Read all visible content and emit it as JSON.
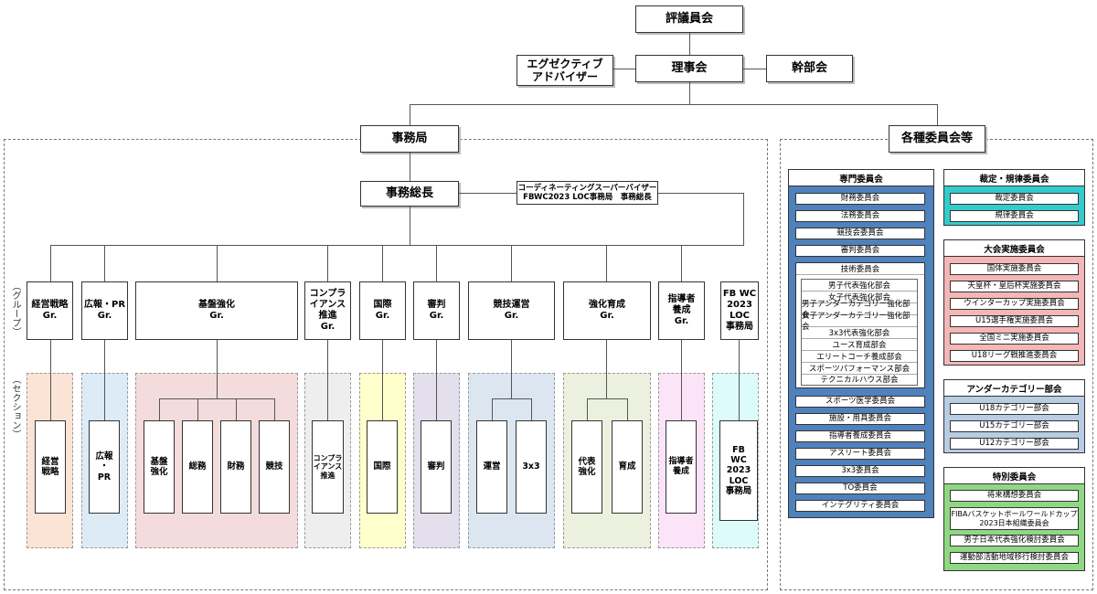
{
  "top": {
    "council": "評議員会",
    "exec_advisor": "エグゼクティブ\nアドバイザー",
    "board": "理事会",
    "executive": "幹部会"
  },
  "secretariat": {
    "title": "事務局",
    "sec_general": "事務総長",
    "coord_sv": "コーディネーティングスーパーバイザー\nFBWC2023 LOC事務局　事務総長",
    "group_label": "（グループ）",
    "section_label": "（セクション）",
    "groups": [
      "経営戦略\nGr.",
      "広報・PR\nGr.",
      "基盤強化\nGr.",
      "コンプラ\nイアンス\n推進\nGr.",
      "国際\nGr.",
      "審判\nGr.",
      "競技運営\nGr.",
      "強化育成\nGr.",
      "指導者\n養成\nGr.",
      "FB WC\n2023\nLOC\n事務局"
    ],
    "sections": [
      "経営\n戦略",
      "広報\n・\nPR",
      "基盤\n強化",
      "総務",
      "財務",
      "競技",
      "コンプラ\nイアンス\n推進",
      "国際",
      "審判",
      "運営",
      "3x3",
      "代表\n強化",
      "育成",
      "指導者\n養成",
      "FB\nWC\n2023\nLOC\n事務局"
    ]
  },
  "committees": {
    "title": "各種委員会等",
    "specialist": {
      "title": "専門委員会",
      "items_a": [
        "財務委員会",
        "法務委員会",
        "競技会委員会",
        "審判委員会"
      ],
      "tech_title": "技術委員会",
      "tech_items": [
        "男子代表強化部会",
        "女子代表強化部会",
        "男子アンダーカテゴリー強化部会",
        "女子アンダーカテゴリー強化部会",
        "3x3代表強化部会",
        "ユース育成部会",
        "エリートコーチ養成部会",
        "スポーツパフォーマンス部会",
        "テクニカルハウス部会"
      ],
      "items_b": [
        "スポーツ医学委員会",
        "施設・用具委員会",
        "指導者養成委員会",
        "アスリート委員会",
        "3x3委員会",
        "TO委員会",
        "インテグリティ委員会"
      ]
    },
    "discipline": {
      "title": "裁定・規律委員会",
      "items": [
        "裁定委員会",
        "規律委員会"
      ]
    },
    "tournament": {
      "title": "大会実施委員会",
      "items": [
        "国体実施委員会",
        "天皇杯・皇后杯実施委員会",
        "ウインターカップ実施委員会",
        "U15選手権実施委員会",
        "全国ミニ実施委員会",
        "U18リーグ戦推進委員会"
      ]
    },
    "under": {
      "title": "アンダーカテゴリー部会",
      "items": [
        "U18カテゴリー部会",
        "U15カテゴリー部会",
        "U12カテゴリー部会"
      ]
    },
    "special": {
      "title": "特別委員会",
      "items": [
        "将来構想委員会",
        "FIBAバスケットボールワールドカップ\n2023日本組織委員会",
        "男子日本代表強化検討委員会",
        "運動部活動地域移行検討委員会"
      ]
    }
  },
  "colors": {
    "sections": [
      "#fbe4d5",
      "#ddebf7",
      "#f4dcdc",
      "#eeeeee",
      "#ffffcc",
      "#e4dfec",
      "#dce6f1",
      "#ebf1de",
      "#fbe4f7",
      "#ddfbfb"
    ],
    "specialist": "#4f81bd",
    "discipline": "#33cccc",
    "tournament": "#f4b6b6",
    "under": "#b8cce4",
    "special": "#8fd883"
  }
}
